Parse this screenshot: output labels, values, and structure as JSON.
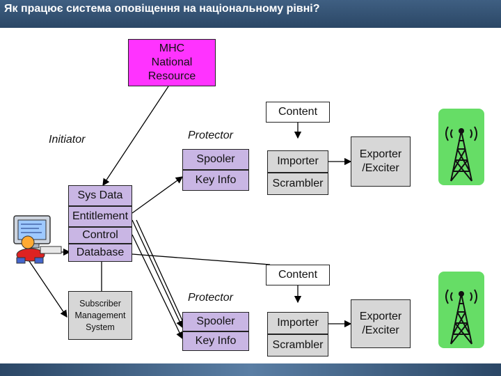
{
  "title": "Як  працює система оповіщення на національному рівні?",
  "mhc": [
    "MHC",
    "National",
    "Resource"
  ],
  "initiator": "Initiator",
  "database": {
    "sys_data": "Sys Data",
    "entitlement": "Entitlement",
    "control": "Control",
    "db": "Database"
  },
  "subscriber": [
    "Subscriber",
    "Management",
    "System"
  ],
  "upper": {
    "content": "Content",
    "protector": "Protector",
    "spooler": "Spooler",
    "key_info": "Key Info",
    "importer": "Importer",
    "scrambler": "Scrambler",
    "exporter": [
      "Exporter",
      "/Exciter"
    ]
  },
  "lower": {
    "content": "Content",
    "protector": "Protector",
    "spooler": "Spooler",
    "key_info": "Key Info",
    "importer": "Importer",
    "scrambler": "Scrambler",
    "exporter": [
      "Exporter",
      "/Exciter"
    ]
  },
  "icons": {
    "tower_top": "radio-tower-icon",
    "tower_bottom": "radio-tower-icon",
    "operator": "operator-computer-icon"
  },
  "colors": {
    "mhc": "#ff33ff",
    "lavender": "#c9b6e4",
    "gray": "#d7d7d7",
    "tower_bg": "#66dd66",
    "title_bar": "#2b4766"
  }
}
